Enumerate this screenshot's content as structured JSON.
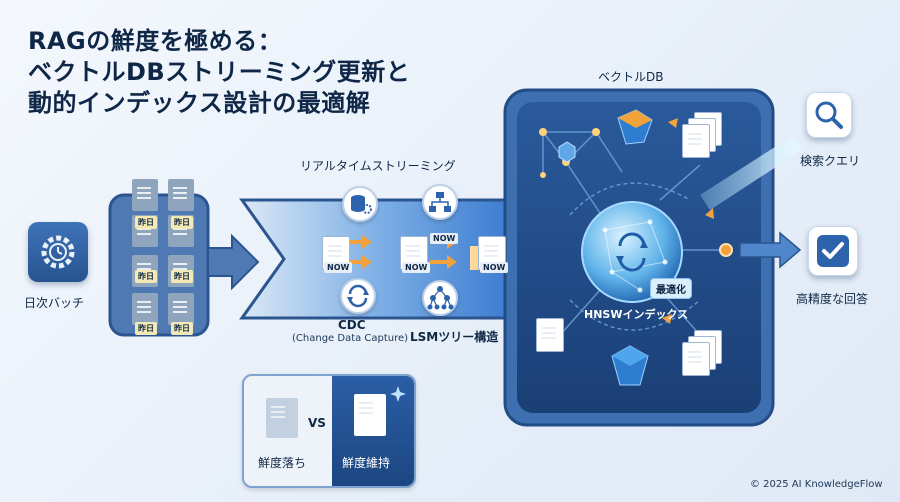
{
  "title": {
    "line1": "RAGの鮮度を極める：",
    "line2": "ベクトルDBストリーミング更新と",
    "line3": "動的インデックス設計の最適解"
  },
  "batch": {
    "label": "日次バッチ",
    "doc_tag": "昨日"
  },
  "stream": {
    "label": "リアルタイムストリーミング",
    "now_tag": "NOW",
    "cdc_title": "CDC",
    "cdc_sub": "(Change Data Capture)",
    "lsm_label": "LSMツリー構造"
  },
  "vectordb": {
    "label": "ベクトルDB",
    "index_label": "HNSWインデックス",
    "optimize_badge": "最適化"
  },
  "query": {
    "label": "検索クエリ"
  },
  "answer": {
    "label": "高精度な回答"
  },
  "compare": {
    "stale_label": "鮮度落ち",
    "vs": "VS",
    "fresh_label": "鮮度維持"
  },
  "footer": {
    "copyright": "© 2025 AI KnowledgeFlow"
  },
  "colors": {
    "navy": "#0f2747",
    "blue": "#2d63ad",
    "orange": "#f2a23a",
    "cyan": "#5bc0ee"
  },
  "icons": [
    "gear-icon",
    "document-icon",
    "database-icon",
    "hierarchy-icon",
    "sync-icon",
    "cube-icon",
    "search-icon",
    "check-icon"
  ]
}
